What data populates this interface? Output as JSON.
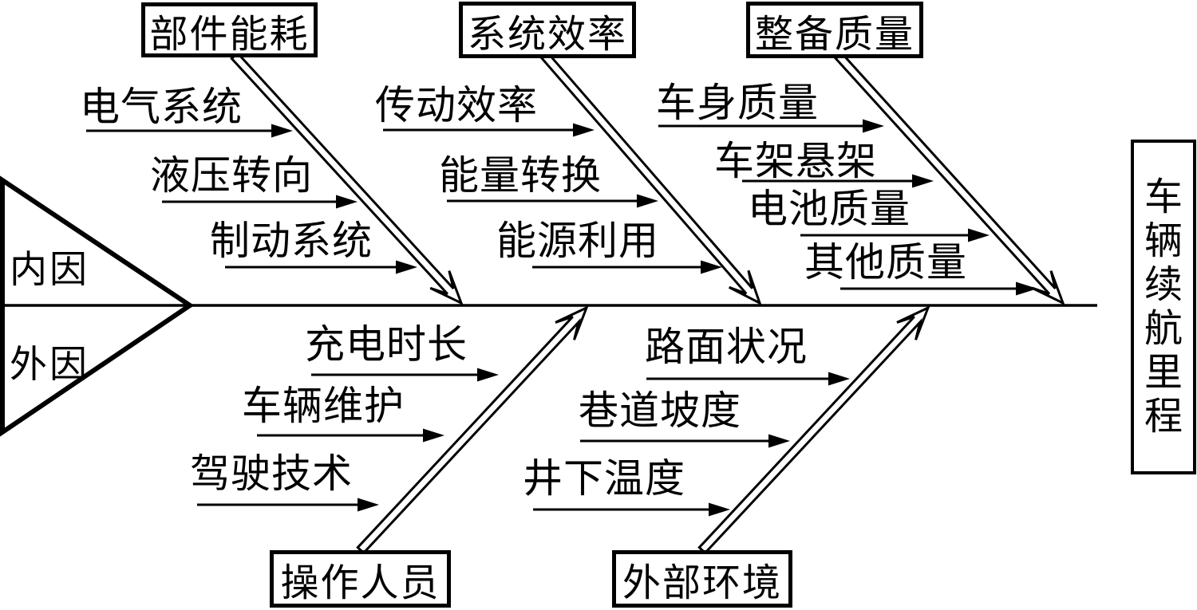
{
  "diagram": {
    "type": "fishbone-cause-effect",
    "effect": "车辆续航里程",
    "spine_head": {
      "top": "内因",
      "bottom": "外因"
    },
    "top_branches": [
      {
        "label": "部件能耗",
        "causes": [
          "电气系统",
          "液压转向",
          "制动系统"
        ]
      },
      {
        "label": "系统效率",
        "causes": [
          "传动效率",
          "能量转换",
          "能源利用"
        ]
      },
      {
        "label": "整备质量",
        "causes": [
          "车身质量",
          "车架悬架",
          "电池质量",
          "其他质量"
        ]
      }
    ],
    "bottom_branches": [
      {
        "label": "操作人员",
        "causes": [
          "充电时长",
          "车辆维护",
          "驾驶技术"
        ]
      },
      {
        "label": "外部环境",
        "causes": [
          "路面状况",
          "巷道坡度",
          "井下温度"
        ]
      }
    ],
    "colors": {
      "ink": "#000000",
      "background": "#ffffff"
    }
  }
}
